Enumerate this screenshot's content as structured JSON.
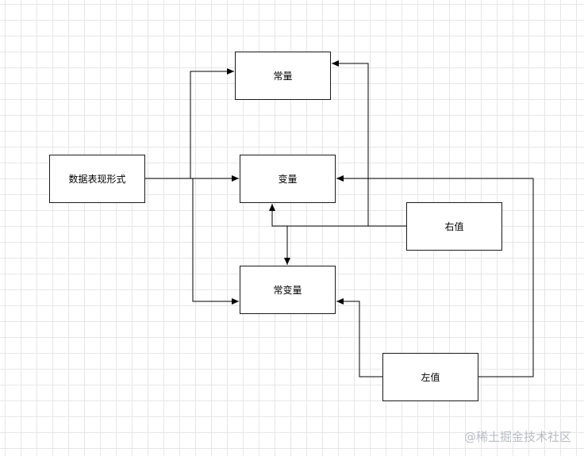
{
  "nodes": {
    "constant": "常量",
    "variable": "变量",
    "const_variable": "常变量",
    "data_forms": "数据表现形式",
    "rvalue": "右值",
    "lvalue": "左值"
  },
  "watermark": "@稀土掘金技术社区"
}
